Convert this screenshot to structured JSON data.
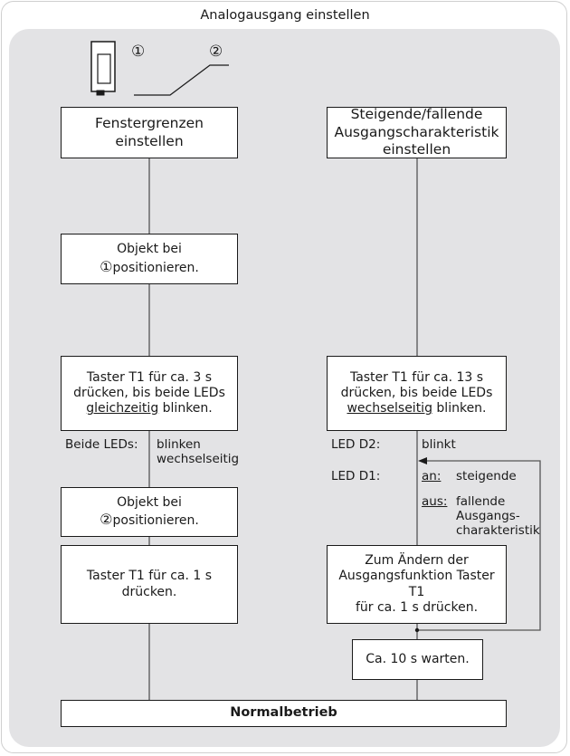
{
  "title": "Analogausgang einstellen",
  "markers": {
    "m1": "①",
    "m2": "②"
  },
  "left": {
    "heading_l1": "Fenstergrenzen",
    "heading_l2": "einstellen",
    "pos1_before": "Objekt bei ",
    "pos1_marker": "①",
    "pos1_after": "positionieren.",
    "taster3_l1": "Taster T1 für ca. 3 s",
    "taster3_l2": "drücken, bis beide LEDs",
    "taster3_l3_ul": "gleichzeitig",
    "taster3_l3_rest": " blinken.",
    "leds_label": "Beide LEDs:",
    "leds_value_l1": "blinken",
    "leds_value_l2": "wechselseitig",
    "pos2_before": "Objekt bei ",
    "pos2_marker": "②",
    "pos2_after": "positionieren.",
    "taster1_l1": "Taster T1 für ca. 1 s",
    "taster1_l2": "drücken."
  },
  "right": {
    "heading_l1": "Steigende/fallende",
    "heading_l2": "Ausgangscharakteristik",
    "heading_l3": "einstellen",
    "taster13_l1": "Taster T1 für ca. 13 s",
    "taster13_l2": "drücken, bis beide LEDs",
    "taster13_l3_ul": "wechselseitig",
    "taster13_l3_rest": " blinken.",
    "d2_label": "LED D2:",
    "d2_value": "blinkt",
    "d1_label": "LED D1:",
    "an_label": "an:",
    "an_value": "steigende",
    "aus_label": "aus:",
    "aus_value_l1": "fallende",
    "aus_value_l2": "Ausgangs-",
    "aus_value_l3": "charakteristik",
    "change_l1": "Zum Ändern der",
    "change_l2": "Ausgangsfunktion Taster T1",
    "change_l3": "für ca. 1 s drücken.",
    "wait": "Ca. 10 s warten."
  },
  "bottom": "Normalbetrieb"
}
